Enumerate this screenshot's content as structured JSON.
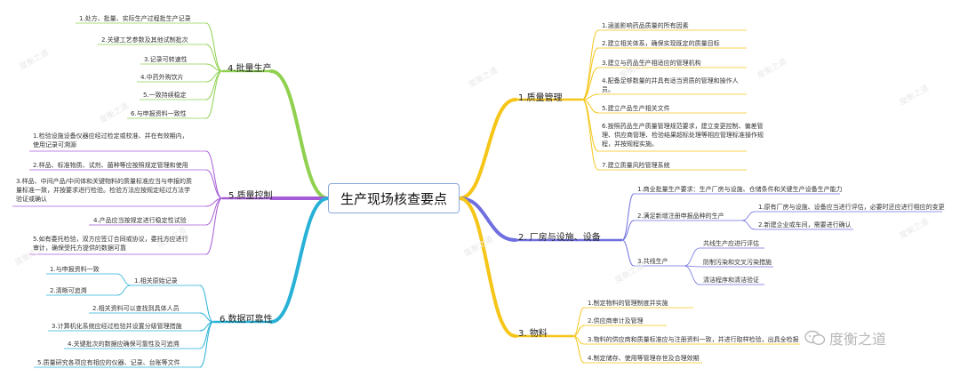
{
  "root": {
    "label": "生产现场核查要点"
  },
  "branches": {
    "quality": {
      "label": "1.质量管理",
      "items": [
        "1.涵盖影响药品质量的所有因素",
        "2.建立相关体系，确保实现既定的质量目标",
        "3.建立与药品生产相适应的管理机构",
        "4.配备足够数量的并具有适当资质的管理和操作人员。",
        "5.建立产品生产相关文件",
        "6.按照药品生产质量管理规范要求，建立变更控制、偏差管理、供应商管理、检验结果超标处理等相应管理标准操作规程，并按规程实施。",
        "7.建立质量风险管理系统"
      ]
    },
    "facilities": {
      "label": "2. 厂房与设施、设备",
      "items": [
        {
          "label": "1.商业批量生产要求：生产厂房与设施、仓储条件和关键生产设备生产能力"
        },
        {
          "label": "2.满足新增注册申报品种的生产",
          "children": [
            "1.原有厂房与设施、设备应当进行评估，必要时还应进行相应的变更",
            "2.新建企业或车间，需要进行确认"
          ]
        },
        {
          "label": "3.共线生产",
          "children": [
            "共线生产应进行评估",
            "防制污染和交叉污染措施",
            "清洁程序和清洁验证"
          ]
        }
      ]
    },
    "materials": {
      "label": "3. 物料",
      "items": [
        "1.制定物料的管理制度并实施",
        "2.供应商审计及管理",
        "3.物料的供应商和质量标准应与注册资料一致，并进行取样检验，出具全检报",
        "4.制定储存、使用等管理存世及合理效期"
      ]
    },
    "batch": {
      "label": "4.批量生产",
      "items": [
        "1.处方、批量、实际生产过程批生产记录",
        "2.关键工艺参数及其他试制批次",
        "3.记录可转速性",
        "4.中药外购饮片",
        "5.一致持续稳定",
        "6.与申报资料一致性"
      ]
    },
    "qc": {
      "label": "5.质量控制",
      "items": [
        "1.检验设施设备仪器应经过检定或校准、并在有效期内，使用记录可溯源",
        "2.样品、标准物质、试剂、菌种等应按照规定管理和使用",
        "3.样品、中间产品/中间体和关键物料的质量标准应当与申报的质量标准一致，并按要求进行检验。检验方法应按规定经过方法学验证或确认",
        "4.产品应当按规定进行稳定性试验",
        "5.如有委托检验，双方应签订合同或协议，委托方应进行审计，确保受托方提供的数据可靠"
      ]
    },
    "data": {
      "label": "6.数据可靠性",
      "items": [
        {
          "label": "1.相关原始记录",
          "children": [
            "1.与申报资料一致",
            "2.清晰可追溯"
          ]
        },
        {
          "label": "2.相关资料可以查找到具体人员"
        },
        {
          "label": "3.计算机化系统应经过检验并设置分级管理措施"
        },
        {
          "label": "4.关键批次的数据应确保可靠性及可追溯"
        },
        {
          "label": "5.质量研究各项应有相应的仪器、记录、台账等文件"
        }
      ]
    }
  },
  "watermark": {
    "label": "度衡之道"
  },
  "colors": {
    "quality": "#f5c518",
    "facilities": "#6f6fe0",
    "materials": "#f5c518",
    "batch": "#8fd14f",
    "qc": "#a65bd6",
    "data": "#27b1d6",
    "root_border": "#8aa8d8"
  }
}
